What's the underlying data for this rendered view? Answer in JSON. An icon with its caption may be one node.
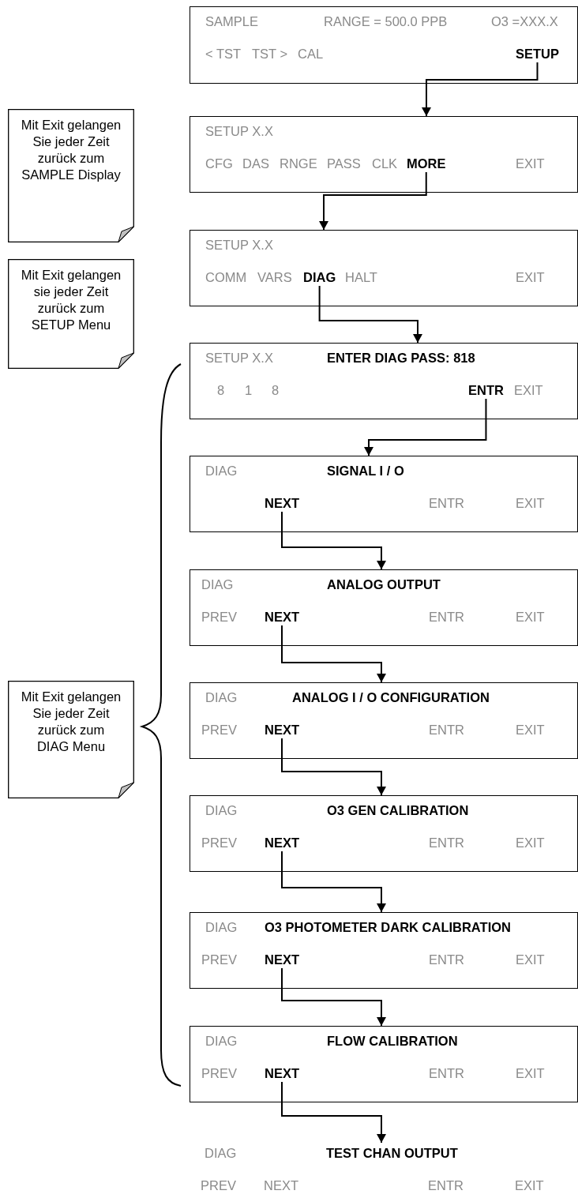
{
  "diagram": {
    "nodes": [
      {
        "text": [
          "SAMPLE",
          "RANGE = 500.0 PPB",
          "O3 =XXX.X",
          "< TST",
          "TST >",
          "CAL",
          "SETUP"
        ]
      },
      {
        "text": [
          "SETUP X.X",
          "CFG",
          "DAS",
          "RNGE",
          "PASS",
          "CLK",
          "MORE",
          "EXIT"
        ]
      },
      {
        "text": [
          "SETUP X.X",
          "COMM",
          "VARS",
          "DIAG",
          "HALT",
          "EXIT"
        ]
      },
      {
        "text": [
          "SETUP X.X",
          "ENTER DIAG PASS: 818",
          "8",
          "1",
          "8",
          "ENTR",
          "EXIT"
        ]
      },
      {
        "text": [
          "DIAG",
          "SIGNAL I / O",
          "NEXT",
          "ENTR",
          "EXIT"
        ]
      },
      {
        "text": [
          "DIAG",
          "ANALOG OUTPUT",
          "PREV",
          "NEXT",
          "ENTR",
          "EXIT"
        ]
      },
      {
        "text": [
          "DIAG",
          "ANALOG I / O CONFIGURATION",
          "PREV",
          "NEXT",
          "ENTR",
          "EXIT"
        ]
      },
      {
        "text": [
          "DIAG",
          "O3 GEN CALIBRATION",
          "PREV",
          "NEXT",
          "ENTR",
          "EXIT"
        ]
      },
      {
        "text": [
          "DIAG",
          "O3 PHOTOMETER DARK CALIBRATION",
          "PREV",
          "NEXT",
          "ENTR",
          "EXIT"
        ]
      },
      {
        "text": [
          "DIAG",
          "FLOW CALIBRATION",
          "PREV",
          "NEXT",
          "ENTR",
          "EXIT"
        ]
      },
      {
        "text": [
          "DIAG",
          "TEST CHAN OUTPUT",
          "PREV",
          "NEXT",
          "ENTR",
          "EXIT"
        ]
      },
      {
        "text": [
          "Mit Exit gelangen Sie jeder Zeit zurück zum SAMPLE Display"
        ]
      },
      {
        "text": [
          "Mit Exit gelangen sie jeder Zeit zurück zum SETUP Menu"
        ]
      },
      {
        "text": [
          "Mit Exit gelangen Sie jeder Zeit zurück zum DIAG Menu"
        ]
      }
    ],
    "edges": [
      {
        "from": 0,
        "to": 1,
        "arrow": "to"
      },
      {
        "from": 1,
        "to": 2,
        "arrow": "to"
      },
      {
        "from": 2,
        "to": 3,
        "arrow": "to"
      },
      {
        "from": 3,
        "to": 4,
        "arrow": "to"
      },
      {
        "from": 4,
        "to": 5,
        "arrow": "to"
      },
      {
        "from": 5,
        "to": 6,
        "arrow": "to"
      },
      {
        "from": 6,
        "to": 7,
        "arrow": "to"
      },
      {
        "from": 7,
        "to": 8,
        "arrow": "to"
      },
      {
        "from": 8,
        "to": 9,
        "arrow": "to"
      },
      {
        "from": 9,
        "to": 10,
        "arrow": "to"
      }
    ]
  }
}
